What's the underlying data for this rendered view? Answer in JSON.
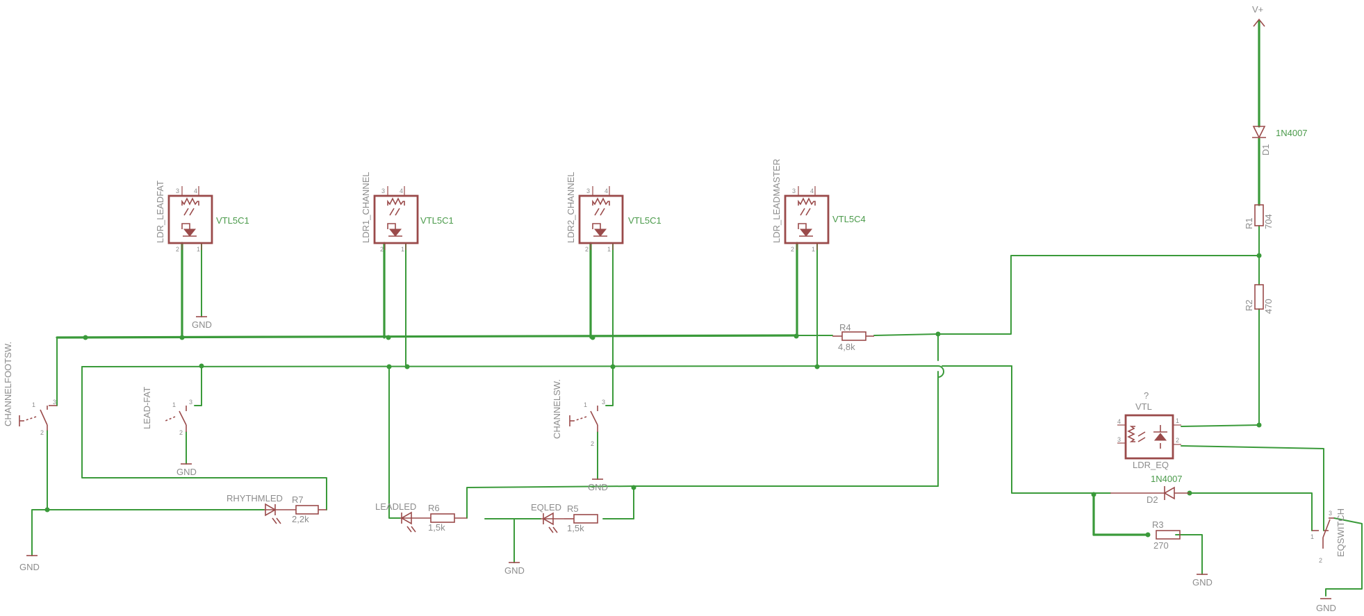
{
  "parts": {
    "ldr_leadfat": {
      "name": "LDR_LEADFAT",
      "value": "VTL5C1",
      "pin1": "1",
      "pin2": "2",
      "pin3": "3",
      "pin4": "4"
    },
    "ldr1_channel": {
      "name": "LDR1_CHANNEL",
      "value": "VTL5C1",
      "pin1": "1",
      "pin2": "2",
      "pin3": "3",
      "pin4": "4"
    },
    "ldr2_channel": {
      "name": "LDR2_CHANNEL",
      "value": "VTL5C1",
      "pin1": "1",
      "pin2": "2",
      "pin3": "3",
      "pin4": "4"
    },
    "ldr_leadmaster": {
      "name": "LDR_LEADMASTER",
      "value": "VTL5C4",
      "pin1": "1",
      "pin2": "2",
      "pin3": "3",
      "pin4": "4"
    },
    "ldr_eq": {
      "name": "LDR_EQ",
      "value": "VTL",
      "q": "?",
      "pin1": "1",
      "pin2": "2",
      "pin3": "3",
      "pin4": "4"
    },
    "vplus": {
      "name": "V+"
    },
    "d1": {
      "name": "D1",
      "value": "1N4007"
    },
    "d2": {
      "name": "D2",
      "value": "1N4007"
    },
    "r1": {
      "name": "R1",
      "value": "704"
    },
    "r2": {
      "name": "R2",
      "value": "470"
    },
    "r3": {
      "name": "R3",
      "value": "270"
    },
    "r4": {
      "name": "R4",
      "value": "4,8k"
    },
    "r5": {
      "name": "R5",
      "value": "1,5k"
    },
    "r6": {
      "name": "R6",
      "value": "1,5k"
    },
    "r7": {
      "name": "R7",
      "value": "2,2k"
    },
    "rhythmled": {
      "name": "RHYTHMLED"
    },
    "leadled": {
      "name": "LEADLED"
    },
    "eqled": {
      "name": "EQLED"
    },
    "channelfootsw": {
      "name": "CHANNELFOOTSW.",
      "pin1": "1",
      "pin2": "2",
      "pin3": "3"
    },
    "leadfat_sw": {
      "name": "LEAD-FAT",
      "pin1": "1",
      "pin2": "2",
      "pin3": "3"
    },
    "channelsw": {
      "name": "CHANNELSW.",
      "pin1": "1",
      "pin2": "2",
      "pin3": "3"
    },
    "eqswitch": {
      "name": "EQSWITCH",
      "pin1": "1",
      "pin2": "2",
      "pin3": "3"
    },
    "gnd": {
      "label": "GND"
    }
  }
}
